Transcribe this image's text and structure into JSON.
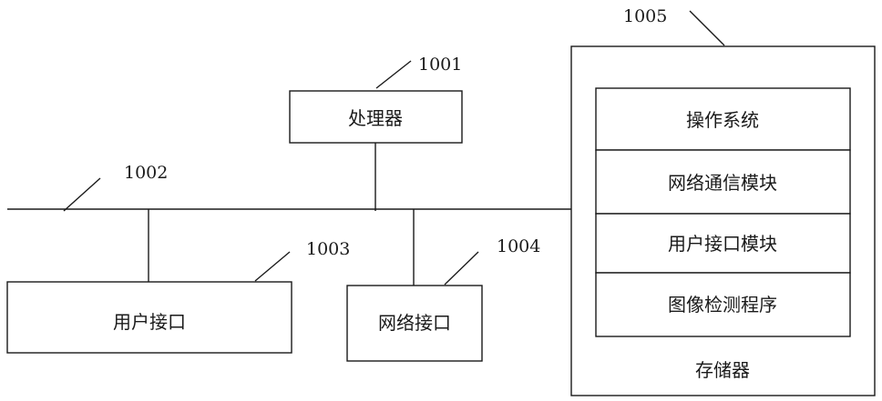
{
  "components": {
    "processor": {
      "label": "处理器",
      "ref": "1001"
    },
    "bus": {
      "ref": "1002"
    },
    "user_interface": {
      "label": "用户接口",
      "ref": "1003"
    },
    "network_interface": {
      "label": "网络接口",
      "ref": "1004"
    },
    "memory": {
      "label": "存储器",
      "ref": "1005",
      "modules": [
        "操作系统",
        "网络通信模块",
        "用户接口模块",
        "图像检测程序"
      ]
    }
  }
}
